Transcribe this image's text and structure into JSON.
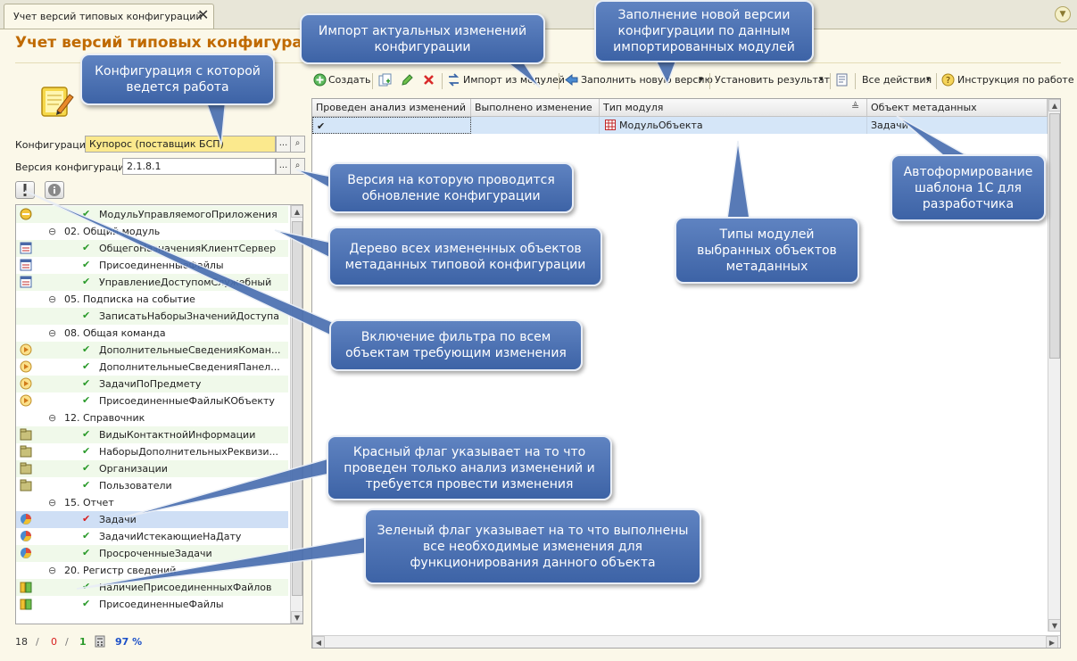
{
  "tab": {
    "label": "Учет версий типовых конфигураций",
    "close": "✕"
  },
  "page_title": "Учет версий типовых конфигураций",
  "config": {
    "label": "Конфигурация:",
    "value": "Купорос (поставщик БСП)"
  },
  "version": {
    "label": "Версия конфигурации:",
    "value": "2.1.8.1"
  },
  "select_btn": "...",
  "search_btn": "⌕",
  "tree": [
    {
      "label": "МодульУправляемогоПриложения",
      "level": 2,
      "icon": "module-yellow-icon",
      "check": "green",
      "alt": true
    },
    {
      "label": "02. Общий модуль",
      "level": 1,
      "expander": "⊖"
    },
    {
      "label": "ОбщегоНазначенияКлиентСервер",
      "level": 2,
      "icon": "common-module-icon",
      "check": "green",
      "alt": true
    },
    {
      "label": "ПрисоединенныеФайлы",
      "level": 2,
      "icon": "common-module-icon",
      "check": "green"
    },
    {
      "label": "УправлениеДоступомСлужебный",
      "level": 2,
      "icon": "common-module-icon",
      "check": "green",
      "alt": true
    },
    {
      "label": "05. Подписка на событие",
      "level": 1,
      "expander": "⊖"
    },
    {
      "label": "ЗаписатьНаборыЗначенийДоступа",
      "level": 2,
      "check": "green",
      "alt": true
    },
    {
      "label": "08. Общая команда",
      "level": 1,
      "expander": "⊖"
    },
    {
      "label": "ДополнительныеСведенияКоман...",
      "level": 2,
      "icon": "command-icon",
      "check": "green",
      "alt": true
    },
    {
      "label": "ДополнительныеСведенияПанел...",
      "level": 2,
      "icon": "command-icon",
      "check": "green"
    },
    {
      "label": "ЗадачиПоПредмету",
      "level": 2,
      "icon": "command-icon",
      "check": "green",
      "alt": true
    },
    {
      "label": "ПрисоединенныеФайлыКОбъекту",
      "level": 2,
      "icon": "command-icon",
      "check": "green"
    },
    {
      "label": "12. Справочник",
      "level": 1,
      "expander": "⊖"
    },
    {
      "label": "ВидыКонтактнойИнформации",
      "level": 2,
      "icon": "catalog-icon",
      "check": "green",
      "alt": true
    },
    {
      "label": "НаборыДополнительныхРеквизи...",
      "level": 2,
      "icon": "catalog-icon",
      "check": "green"
    },
    {
      "label": "Организации",
      "level": 2,
      "icon": "catalog-icon",
      "check": "green",
      "alt": true
    },
    {
      "label": "Пользователи",
      "level": 2,
      "icon": "catalog-icon",
      "check": "green"
    },
    {
      "label": "15. Отчет",
      "level": 1,
      "expander": "⊖"
    },
    {
      "label": "Задачи",
      "level": 2,
      "icon": "report-icon",
      "check": "red",
      "sel": true
    },
    {
      "label": "ЗадачиИстекающиеНаДату",
      "level": 2,
      "icon": "report-icon",
      "check": "green"
    },
    {
      "label": "ПросроченныеЗадачи",
      "level": 2,
      "icon": "report-icon",
      "check": "green",
      "alt": true
    },
    {
      "label": "20. Регистр сведений",
      "level": 1,
      "expander": "⊖"
    },
    {
      "label": "НаличиеПрисоединенныхФайлов",
      "level": 2,
      "icon": "register-icon",
      "check": "green",
      "alt": true
    },
    {
      "label": "ПрисоединенныеФайлы",
      "level": 2,
      "icon": "register-icon",
      "check": "green"
    }
  ],
  "stats": {
    "total": "18",
    "sep1": "/",
    "red": "0",
    "sep2": "/",
    "green": "1",
    "percent": "97 %"
  },
  "toolbar": {
    "create": "Создать",
    "import": "Импорт из модулей",
    "fill": "Заполнить новую версию",
    "set_result": "Установить результат",
    "all_actions": "Все действия",
    "help": "Инструкция по работе",
    "dropdown": "▾"
  },
  "grid": {
    "columns": [
      "Проведен анализ изменений",
      "Выполнено изменение",
      "Тип модуля",
      "Объект метаданных"
    ],
    "sort_icon": "≜",
    "rows": [
      {
        "analysis": "✔",
        "done": "",
        "module": "МодульОбъекта",
        "object": "Задачи"
      }
    ]
  },
  "callouts": {
    "config": "Конфигурация с которой ведется работа",
    "import": "Импорт актуальных изменений конфигурации",
    "fill": "Заполнение новой версии конфигурации по данным импортированных модулей",
    "version": "Версия на которую проводится обновление конфигурации",
    "tree": "Дерево всех измененных объектов метаданных типовой конфигурации",
    "filter": "Включение фильтра по всем объектам требующим изменения",
    "red": "Красный флаг указывает на то что проведен только анализ изменений и требуется провести изменения",
    "green": "Зеленый флаг указывает на то что выполнены все необходимые изменения для функционирования данного объекта",
    "types": "Типы модулей выбранных объектов метаданных",
    "auto": "Автоформирование шаблона 1С для разработчика"
  },
  "colors": {
    "accent_title": "#c06a00",
    "callout": "#4a6fb0",
    "highlight_field": "#fbe98d",
    "selection": "#cfdff5",
    "check_green": "#2a9a2a",
    "check_red": "#d81e1e"
  }
}
